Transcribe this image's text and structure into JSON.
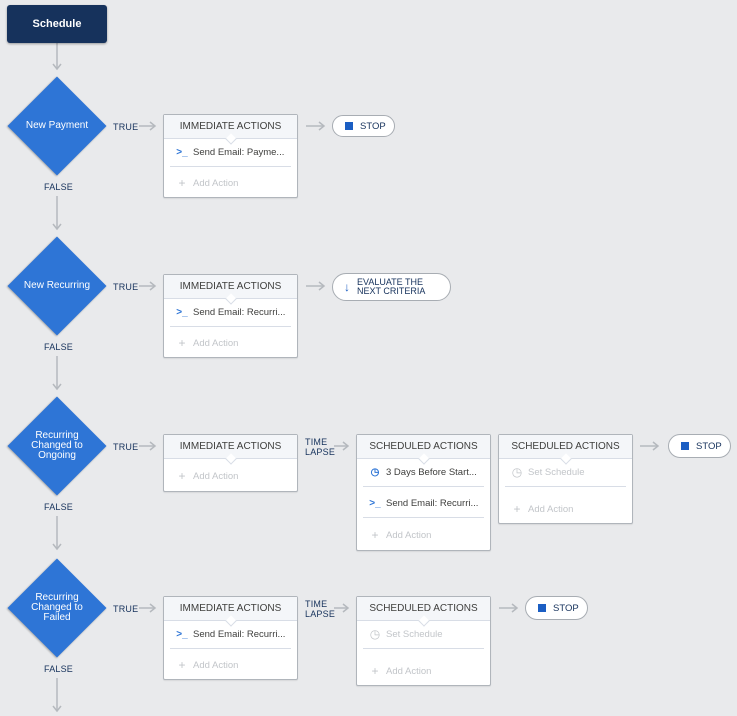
{
  "start": {
    "label": "Schedule"
  },
  "flow": {
    "true_label": "TRUE",
    "false_label": "FALSE",
    "time_lapse_label": [
      "TIME",
      "LAPSE"
    ]
  },
  "criteria": [
    {
      "name": "New Payment",
      "immediate": {
        "header": "IMMEDIATE ACTIONS",
        "actions": [
          {
            "icon": "email-icon",
            "label": "Send Email: Payme..."
          }
        ],
        "add_label": "Add Action"
      },
      "end": {
        "type": "stop",
        "label": "STOP"
      }
    },
    {
      "name": "New Recurring",
      "immediate": {
        "header": "IMMEDIATE ACTIONS",
        "actions": [
          {
            "icon": "email-icon",
            "label": "Send Email: Recurri..."
          }
        ],
        "add_label": "Add Action"
      },
      "end": {
        "type": "evaluate",
        "label_lines": [
          "EVALUATE THE",
          "NEXT CRITERIA"
        ]
      }
    },
    {
      "name_lines": [
        "Recurring",
        "Changed to",
        "Ongoing"
      ],
      "immediate": {
        "header": "IMMEDIATE ACTIONS",
        "add_label": "Add Action"
      },
      "scheduled": [
        {
          "header": "SCHEDULED ACTIONS",
          "schedule_label": "3 Days Before Start...",
          "actions": [
            {
              "icon": "email-icon",
              "label": "Send Email: Recurri..."
            }
          ],
          "add_label": "Add Action"
        },
        {
          "header": "SCHEDULED ACTIONS",
          "schedule_label": "Set Schedule",
          "add_label": "Add Action"
        }
      ],
      "end": {
        "type": "stop",
        "label": "STOP"
      }
    },
    {
      "name_lines": [
        "Recurring",
        "Changed to",
        "Failed"
      ],
      "immediate": {
        "header": "IMMEDIATE ACTIONS",
        "actions": [
          {
            "icon": "email-icon",
            "label": "Send Email: Recurri..."
          }
        ],
        "add_label": "Add Action"
      },
      "scheduled": [
        {
          "header": "SCHEDULED ACTIONS",
          "schedule_label": "Set Schedule",
          "add_label": "Add Action"
        }
      ],
      "end": {
        "type": "stop",
        "label": "STOP"
      }
    }
  ],
  "colors": {
    "canvas": "#e9eaec",
    "start_node": "#16325c",
    "diamond": "#2e75d6",
    "accent": "#1b5ec3"
  }
}
